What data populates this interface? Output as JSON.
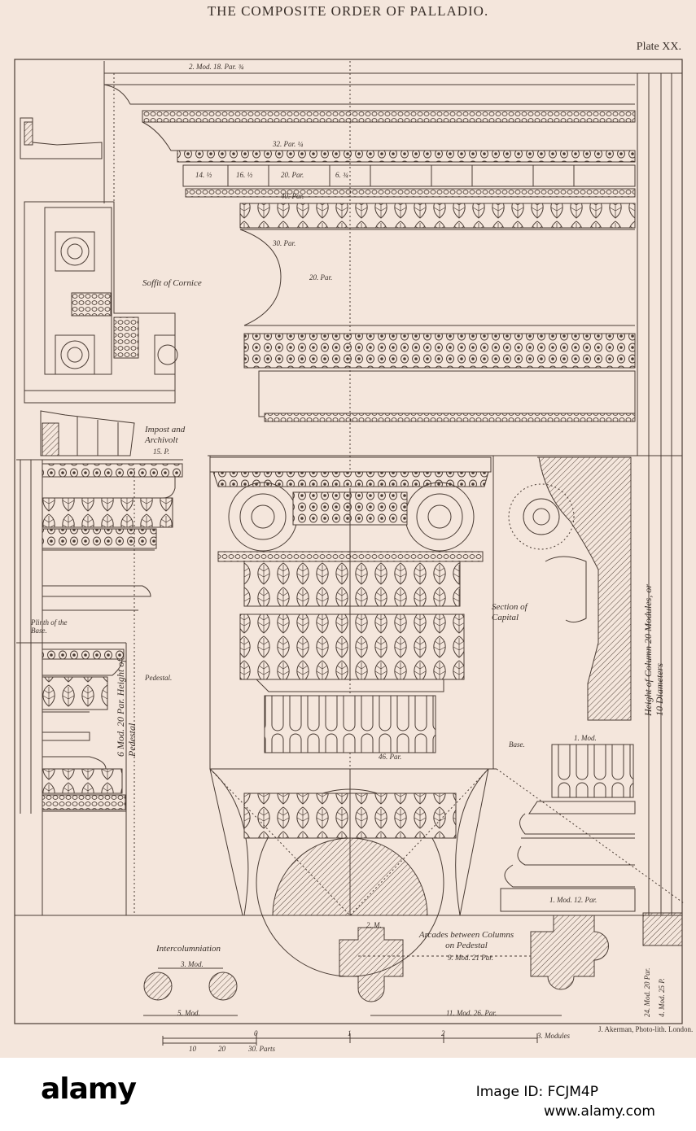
{
  "plate": {
    "title": "THE COMPOSITE ORDER OF PALLADIO.",
    "plate_number": "Plate XX."
  },
  "labels": {
    "soffit": "Soffit of Cornice",
    "impost": "Impost and Archivolt",
    "impost_p": "15. P.",
    "plinth": "Plinth of the Base.",
    "pedestal": "Pedestal.",
    "height_pedestal": "6 Mod. 20 Par. Height of Pedestal",
    "section_capital": "Section of Capital",
    "base": "Base.",
    "height_column": "Height of Column 20 Modules, or 10 Diameters",
    "intercolumniation": "Intercolumniation",
    "arcades": "Arcades between Columns on Pedestal",
    "printer": "J. Akerman, Photo-lith. London."
  },
  "dimensions": {
    "top": "2. Mod. 18. Par. ¾",
    "frieze_top": "32. Par. ¼",
    "dentil_row": "20. Par.",
    "dentil_a": "14. ½",
    "dentil_b": "16. ½",
    "dentil_c": "6. ¾",
    "mid_a": "20. Par.",
    "mid_b": "40. Par.",
    "bottom_a": "30. Par.",
    "capital_width": "46. Par.",
    "base_mod": "1. Mod.",
    "base_width": "1. Mod. 12. Par.",
    "inter_a": "3. Mod.",
    "inter_b": "5. Mod.",
    "arcade_a": "9. Mod. 21 Par.",
    "arcade_b": "11. Mod. 26. Par.",
    "arcade_c": "2. M.",
    "col_height": "24. Mod. 20 Par.",
    "col_height2": "4. Mod. 25 P."
  },
  "scale": {
    "marks": [
      "10",
      "20",
      "30. Parts"
    ],
    "modules": [
      "0",
      "1",
      "2",
      "3. Modules"
    ]
  },
  "watermark": {
    "logo": "alamy",
    "image_id": "Image ID: FCJM4P",
    "url": "www.alamy.com"
  }
}
